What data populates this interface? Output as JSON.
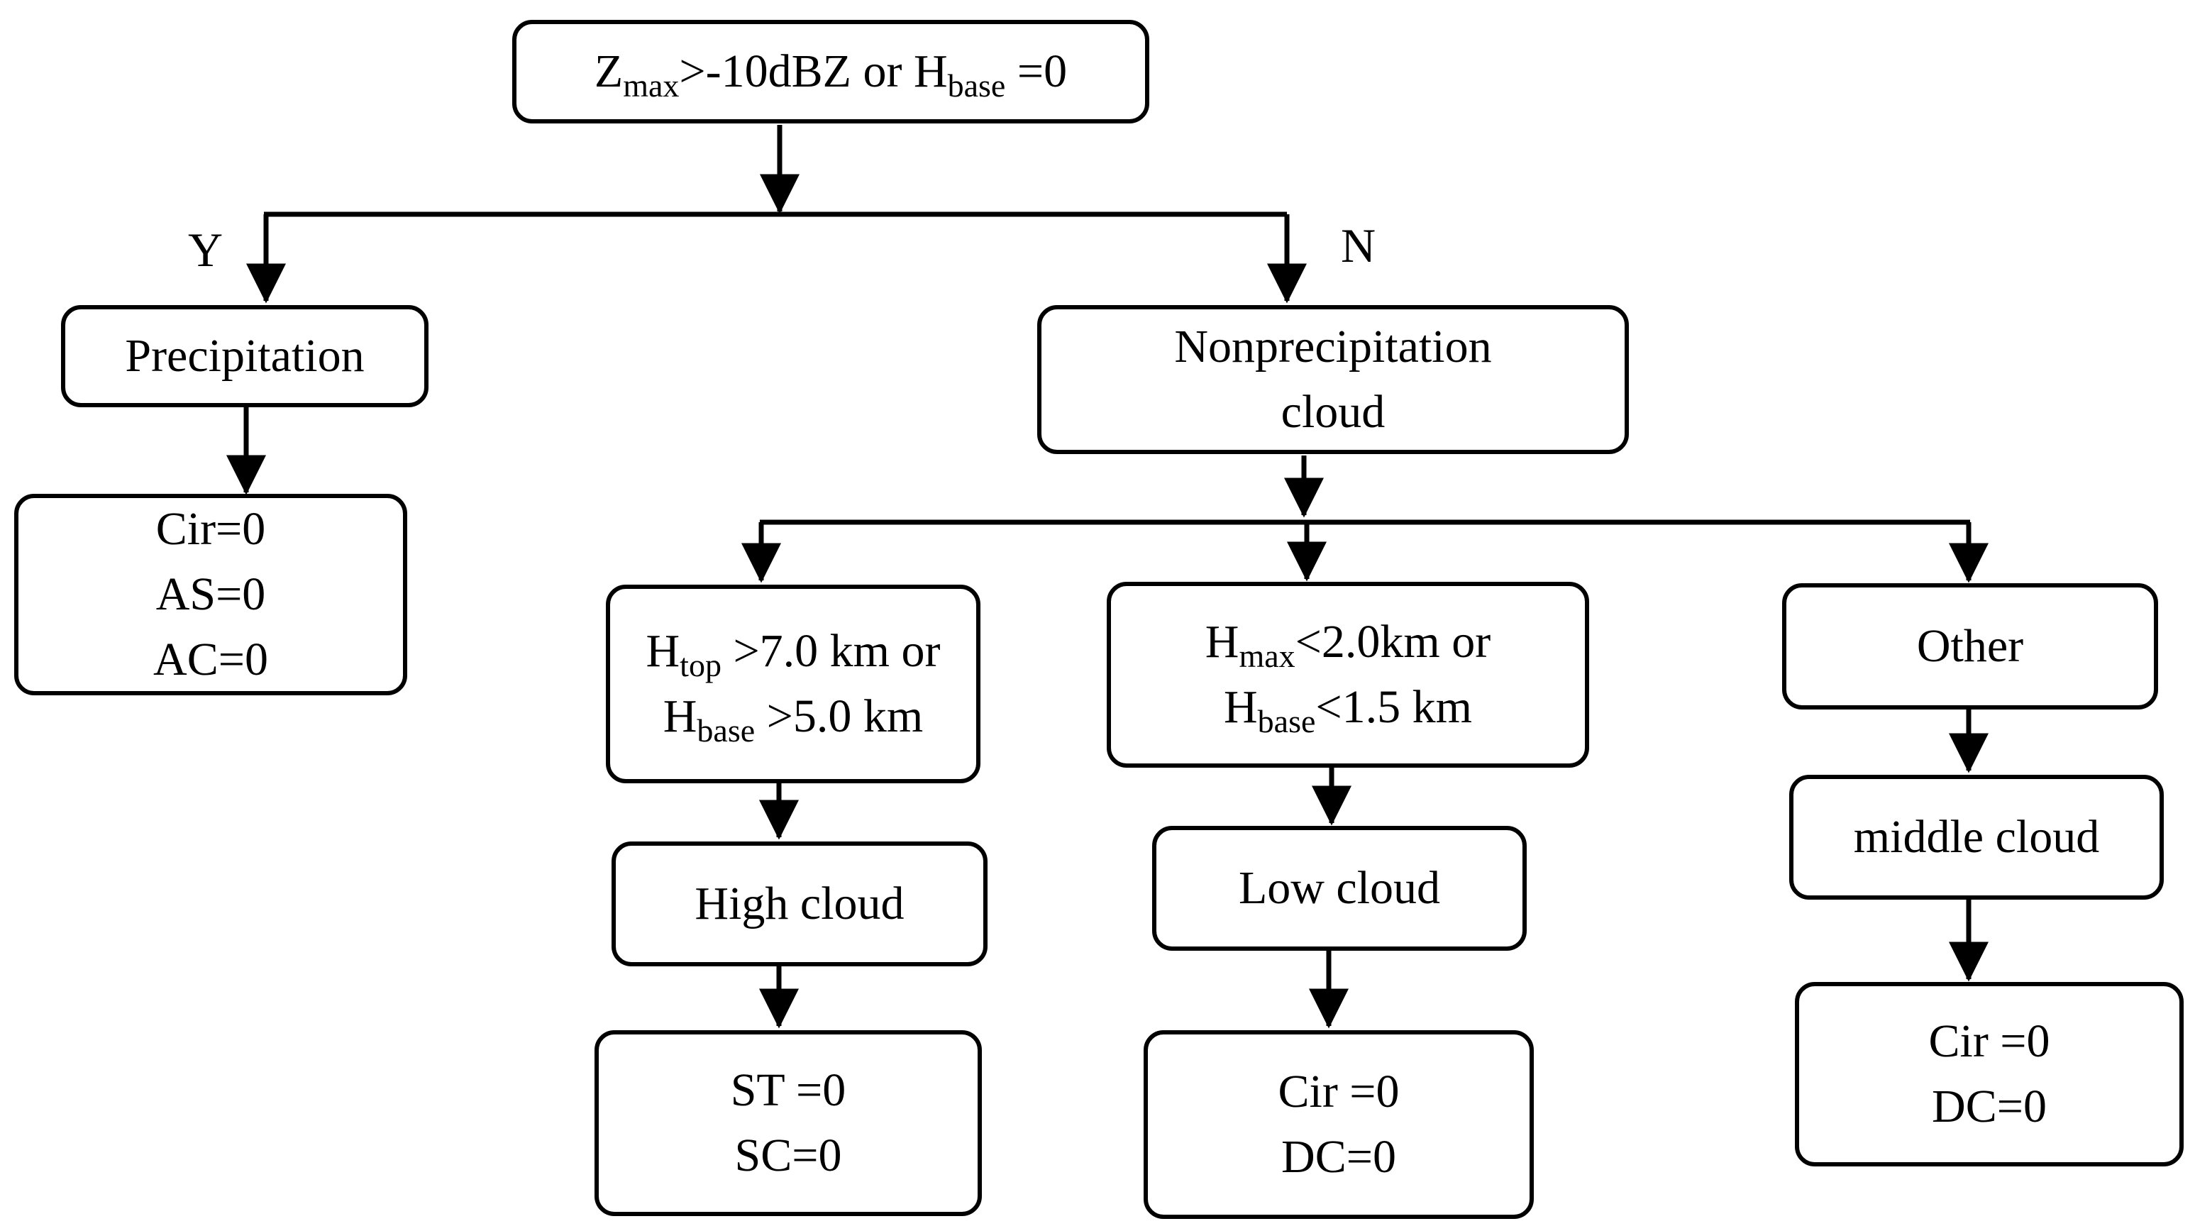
{
  "root": {
    "pre_sub_1": "Z",
    "sub_1": "max",
    "mid": ">-10dBZ or H",
    "sub_2": "base",
    "post": " =0"
  },
  "branch_yes": "Y",
  "branch_no": "N",
  "precipitation": {
    "label": "Precipitation",
    "results": [
      "Cir=0",
      "AS=0",
      "AC=0"
    ]
  },
  "nonprecipitation": {
    "line1": "Nonprecipitation",
    "line2": "cloud"
  },
  "high_condition": {
    "line1_var": "H",
    "line1_sub": "top",
    "line1_rest": " >7.0 km or",
    "line2_var": "H",
    "line2_sub": "base",
    "line2_rest": " >5.0 km"
  },
  "low_condition": {
    "line1_var": "H",
    "line1_sub": "max",
    "line1_rest": "<2.0km or",
    "line2_var": "H",
    "line2_sub": "base",
    "line2_rest": "<1.5 km"
  },
  "other": {
    "label": "Other"
  },
  "high_cloud": {
    "label": "High cloud",
    "results": [
      "ST =0",
      "SC=0"
    ]
  },
  "low_cloud": {
    "label": "Low cloud",
    "results": [
      "Cir =0",
      "DC=0"
    ]
  },
  "middle_cloud": {
    "label": "middle cloud",
    "results": [
      "Cir =0",
      "DC=0"
    ]
  },
  "colors": {
    "stroke": "#000000",
    "background": "#ffffff"
  }
}
